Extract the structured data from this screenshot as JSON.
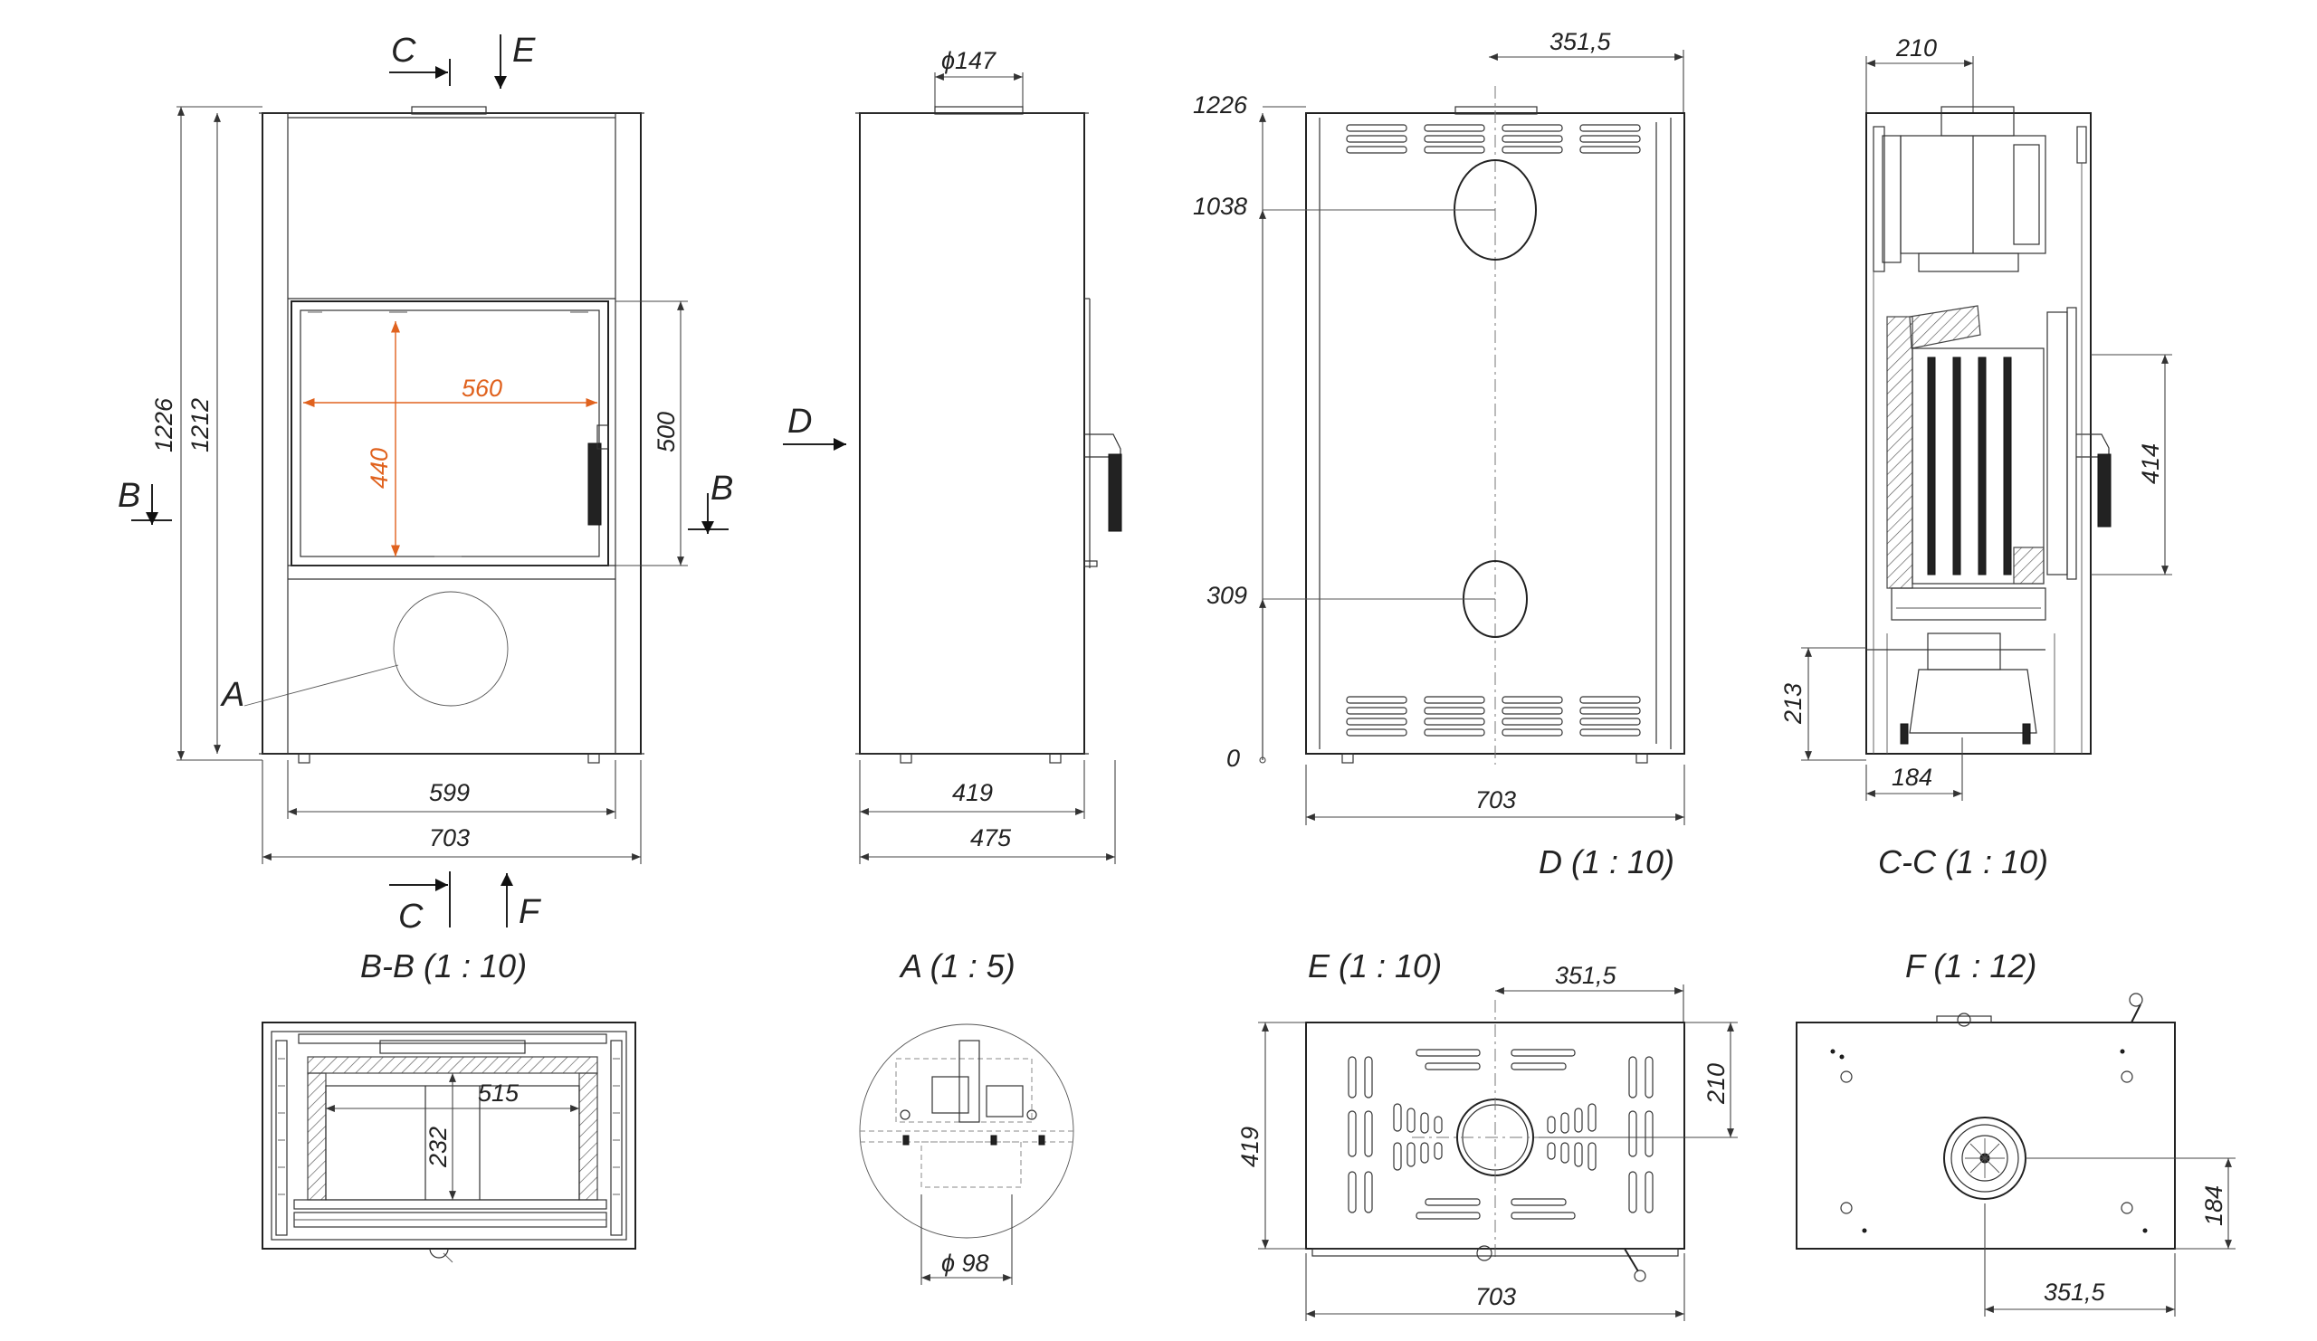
{
  "section_markers": {
    "c_top": "C",
    "e_top": "E",
    "c_bottom": "C",
    "f_bottom": "F",
    "b_left": "B",
    "b_right": "B",
    "d_side": "D",
    "a_detail": "A"
  },
  "front_view": {
    "height_overall": "1226",
    "height_body": "1212",
    "glass_width": "560",
    "glass_height": "440",
    "door_height": "500",
    "inner_width": "599",
    "overall_width": "703"
  },
  "side_view": {
    "flue_diameter": "ϕ147",
    "inner_depth": "419",
    "overall_depth": "475"
  },
  "rear_view": {
    "title": "D (1 : 10)",
    "flue_offset": "351,5",
    "level_top": "1226",
    "level_upper_flue": "1038",
    "level_lower_flue": "309",
    "level_zero": "0",
    "width": "703"
  },
  "section_cc": {
    "title": "C-C (1 : 10)",
    "flue_depth": "210",
    "door_height": "414",
    "air_inlet_height": "213",
    "air_inlet_depth": "184"
  },
  "section_bb": {
    "title": "B-B (1 : 10)",
    "firebox_width": "515",
    "firebox_depth": "232"
  },
  "detail_a": {
    "title": "A (1 : 5)",
    "diameter": "ϕ 98"
  },
  "view_e": {
    "title": "E (1 : 10)",
    "flue_offset": "351,5",
    "flue_depth": "210",
    "depth": "419",
    "width": "703"
  },
  "view_f": {
    "title": "F (1 : 12)",
    "inlet_depth": "184",
    "inlet_offset": "351,5"
  },
  "colors": {
    "line": "#222222",
    "accent_dimension": "#e0621e",
    "background": "#ffffff"
  }
}
